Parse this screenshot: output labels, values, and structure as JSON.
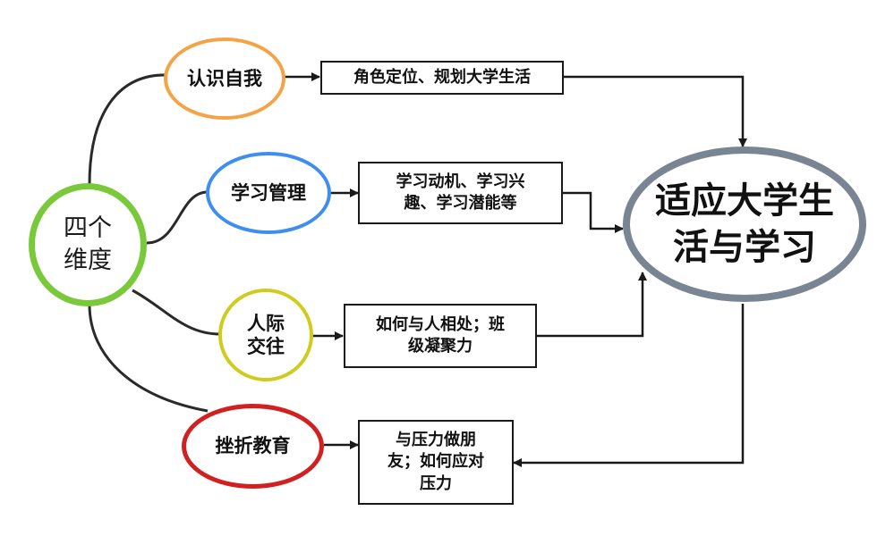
{
  "center": {
    "label": "四个\n维度",
    "color": "#79c93a"
  },
  "goal": {
    "label": "适应大学生\n活与学习",
    "color": "#7a8593"
  },
  "dimensions": [
    {
      "label": "认识自我",
      "color": "#f4a447",
      "detail": "角色定位、规划大学生活"
    },
    {
      "label": "学习管理",
      "color": "#3d8ef0",
      "detail": "学习动机、学习兴\n趣、学习潜能等"
    },
    {
      "label": "人际\n交往",
      "color": "#cfcc1e",
      "detail": "如何与人相处；班\n级凝聚力"
    },
    {
      "label": "挫折教育",
      "color": "#d21f1f",
      "detail": "与压力做朋\n友；如何应对\n压力"
    }
  ]
}
